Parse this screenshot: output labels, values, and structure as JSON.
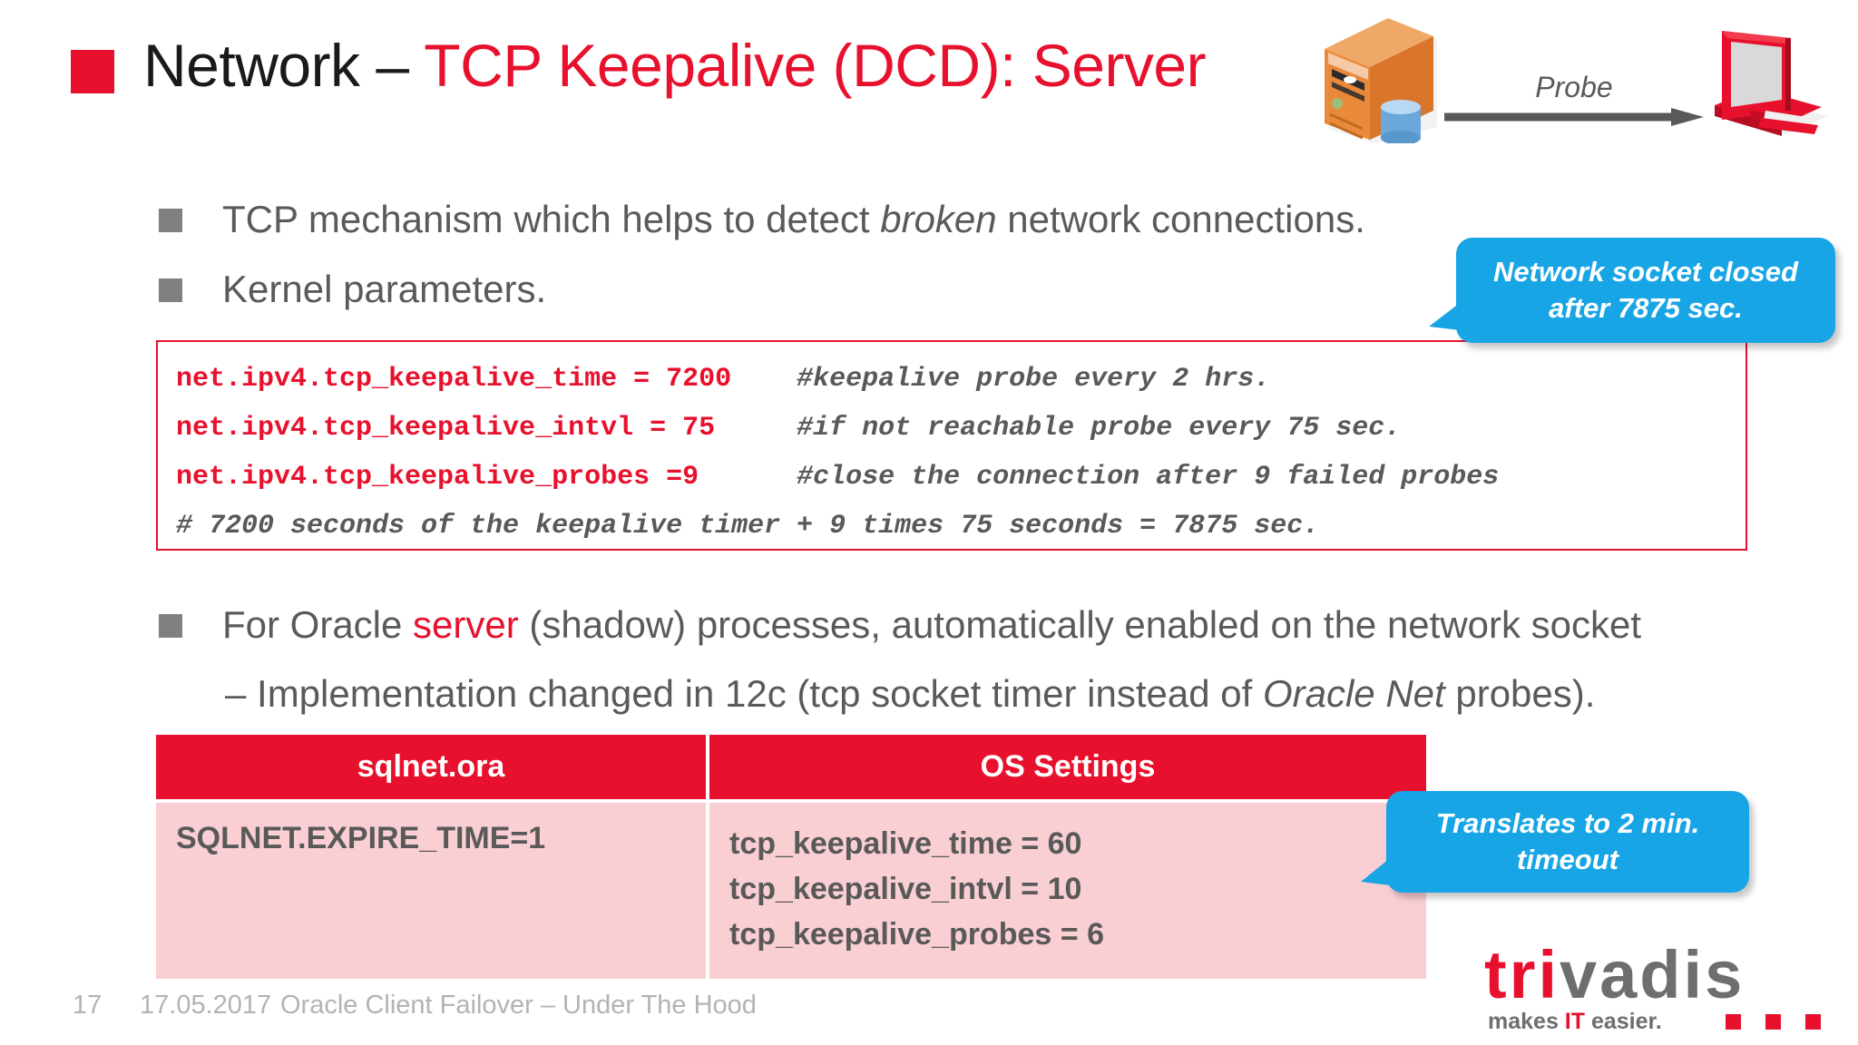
{
  "slide": {
    "title_black": "Network ",
    "title_dash": "– ",
    "title_red": "TCP Keepalive (DCD): Server",
    "accent_red": "#e8112d",
    "callout_blue": "#18a5e6",
    "bullet_gray": "#808080"
  },
  "diagram": {
    "server_icon": "server-tower-icon",
    "client_icon": "desktop-computer-icon",
    "arrow_label": "Probe",
    "arrow_icon": "right-arrow-icon"
  },
  "bullets": [
    {
      "text_before": "TCP mechanism which helps to detect ",
      "italic": "broken",
      "text_after": " network connections."
    },
    {
      "text_before": "Kernel parameters.",
      "italic": "",
      "text_after": ""
    }
  ],
  "code": {
    "lines": [
      {
        "cmd": "net.ipv4.tcp_keepalive_time = 7200",
        "comment": "#keepalive probe every 2 hrs."
      },
      {
        "cmd": "net.ipv4.tcp_keepalive_intvl = 75",
        "comment": "#if not reachable probe every 75 sec."
      },
      {
        "cmd": "net.ipv4.tcp_keepalive_probes =9",
        "comment": "#close the connection after 9 failed probes"
      }
    ],
    "final_comment": "# 7200 seconds of the keepalive timer + 9 times 75 seconds = 7875 sec."
  },
  "oracle_bullet": {
    "text_before": "For Oracle ",
    "red_word": "server",
    "text_after": " (shadow) processes, automatically enabled on the network socket",
    "sub_before": "– Implementation changed in 12c (tcp socket timer instead of ",
    "sub_italic": "Oracle Net",
    "sub_after": " probes)."
  },
  "table": {
    "headers": [
      "sqlnet.ora",
      "OS Settings"
    ],
    "rows": [
      {
        "sqlnet": "SQLNET.EXPIRE_TIME=1",
        "os": [
          "tcp_keepalive_time = 60",
          "tcp_keepalive_intvl = 10",
          "tcp_keepalive_probes = 6"
        ]
      }
    ]
  },
  "callouts": [
    {
      "line1": "Network socket closed",
      "line2": "after 7875 sec."
    },
    {
      "line1": "Translates to 2 min.",
      "line2": "timeout"
    }
  ],
  "footer": {
    "page_number": "17",
    "date": "17.05.2017",
    "deck_title": "Oracle Client Failover – Under The Hood"
  },
  "logo": {
    "word_red": "tri",
    "word_gray": "vadis",
    "tagline_before": "makes ",
    "tagline_it": "IT",
    "tagline_after": " easier."
  }
}
